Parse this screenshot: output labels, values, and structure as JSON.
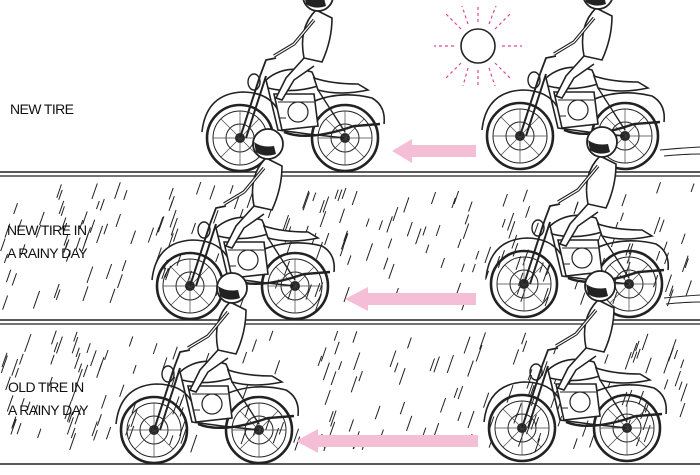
{
  "panels": [
    {
      "id": "new-tire",
      "label_lines": [
        "NEW TIRE"
      ],
      "weather": "sunny"
    },
    {
      "id": "new-tire-rain",
      "label_lines": [
        "NEW TIRE IN",
        "A RAINY DAY"
      ],
      "weather": "rain"
    },
    {
      "id": "old-tire-rain",
      "label_lines": [
        "OLD TIRE IN",
        "A RAINY DAY"
      ],
      "weather": "rain"
    }
  ],
  "colors": {
    "arrow": "#f4bfd6",
    "sun_rays": "#e0478f",
    "line": "#222222"
  }
}
